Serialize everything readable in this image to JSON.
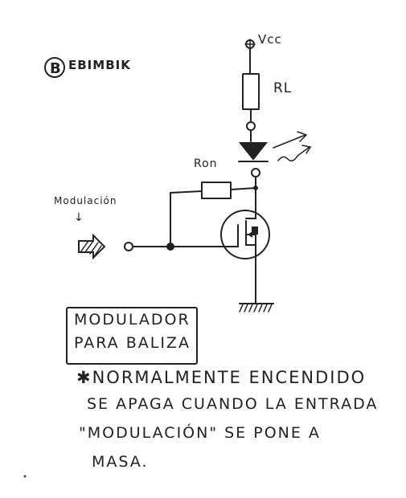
{
  "header": {
    "badge_letter": "B",
    "label": "EBIMBIK"
  },
  "circuit": {
    "vcc_label": "Vcc",
    "rl_label": "RL",
    "ron_label": "Ron",
    "input_label": "Modulación",
    "input_arrow": "↓"
  },
  "caption_box": {
    "line1": "MODULADOR",
    "line2": "PARA BALIZA"
  },
  "note": {
    "line1": "✱NORMALMENTE ENCENDIDO",
    "line2": "SE APAGA CUANDO LA ENTRADA",
    "line3": "\"MODULACIÓN\" SE PONE A",
    "line4": "MASA."
  }
}
